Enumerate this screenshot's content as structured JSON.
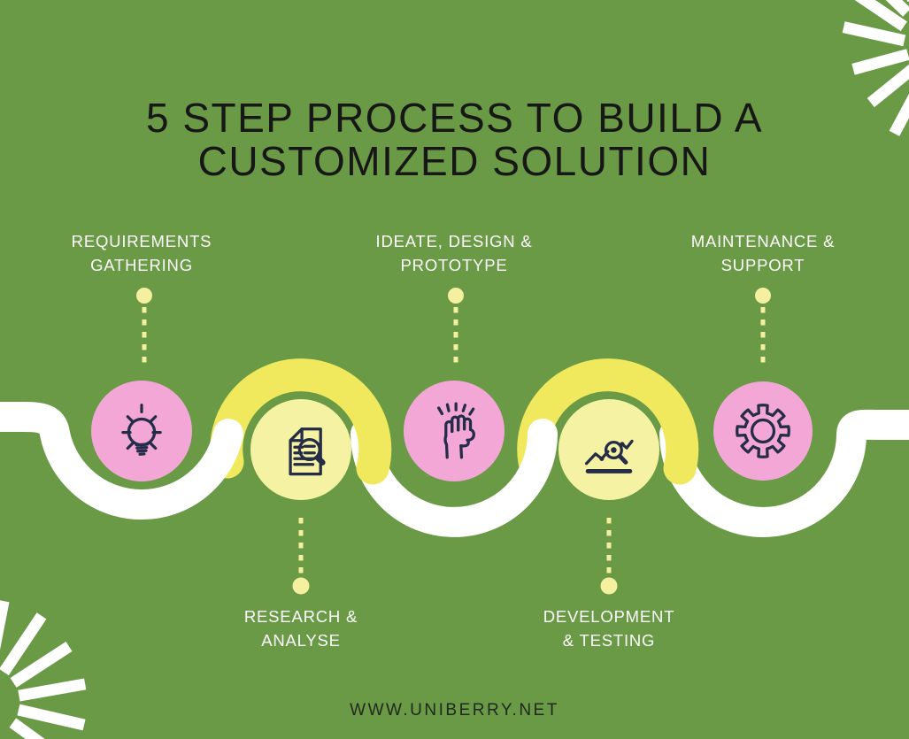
{
  "title": {
    "line1": "5 STEP PROCESS TO BUILD A",
    "line2": "CUSTOMIZED SOLUTION"
  },
  "steps": [
    {
      "name": "requirements-gathering",
      "label": [
        "REQUIREMENTS",
        "GATHERING"
      ],
      "label_position": "top",
      "icon": "lightbulb-icon",
      "circle_color": "#F3A7D7"
    },
    {
      "name": "research-analyse",
      "label": [
        "RESEARCH &",
        "ANALYSE"
      ],
      "label_position": "bottom",
      "icon": "document-search-icon",
      "circle_color": "#F6F2A3"
    },
    {
      "name": "ideate-design-prototype",
      "label": [
        "IDEATE, DESIGN &",
        "PROTOTYPE"
      ],
      "label_position": "top",
      "icon": "raised-fist-icon",
      "circle_color": "#F3A7D7"
    },
    {
      "name": "development-testing",
      "label": [
        "DEVELOPMENT",
        "& TESTING"
      ],
      "label_position": "bottom",
      "icon": "chart-magnifier-icon",
      "circle_color": "#F6F2A3"
    },
    {
      "name": "maintenance-support",
      "label": [
        "MAINTENANCE &",
        "SUPPORT"
      ],
      "label_position": "top",
      "icon": "gear-icon",
      "circle_color": "#F3A7D7"
    }
  ],
  "footer": {
    "website": "WWW.UNIBERRY.NET"
  },
  "colors": {
    "background": "#6A9A45",
    "circle_pink": "#F3A7D7",
    "circle_pale_yellow": "#F6F2A3",
    "wave_yellow": "#F1E95D",
    "wave_white": "#FFFFFF",
    "connector_yellow": "#F5EFA0",
    "icon_stroke_navy": "#252C47",
    "title_text": "#171717",
    "label_text": "#FDFDFD",
    "footer_text": "#20291A"
  }
}
